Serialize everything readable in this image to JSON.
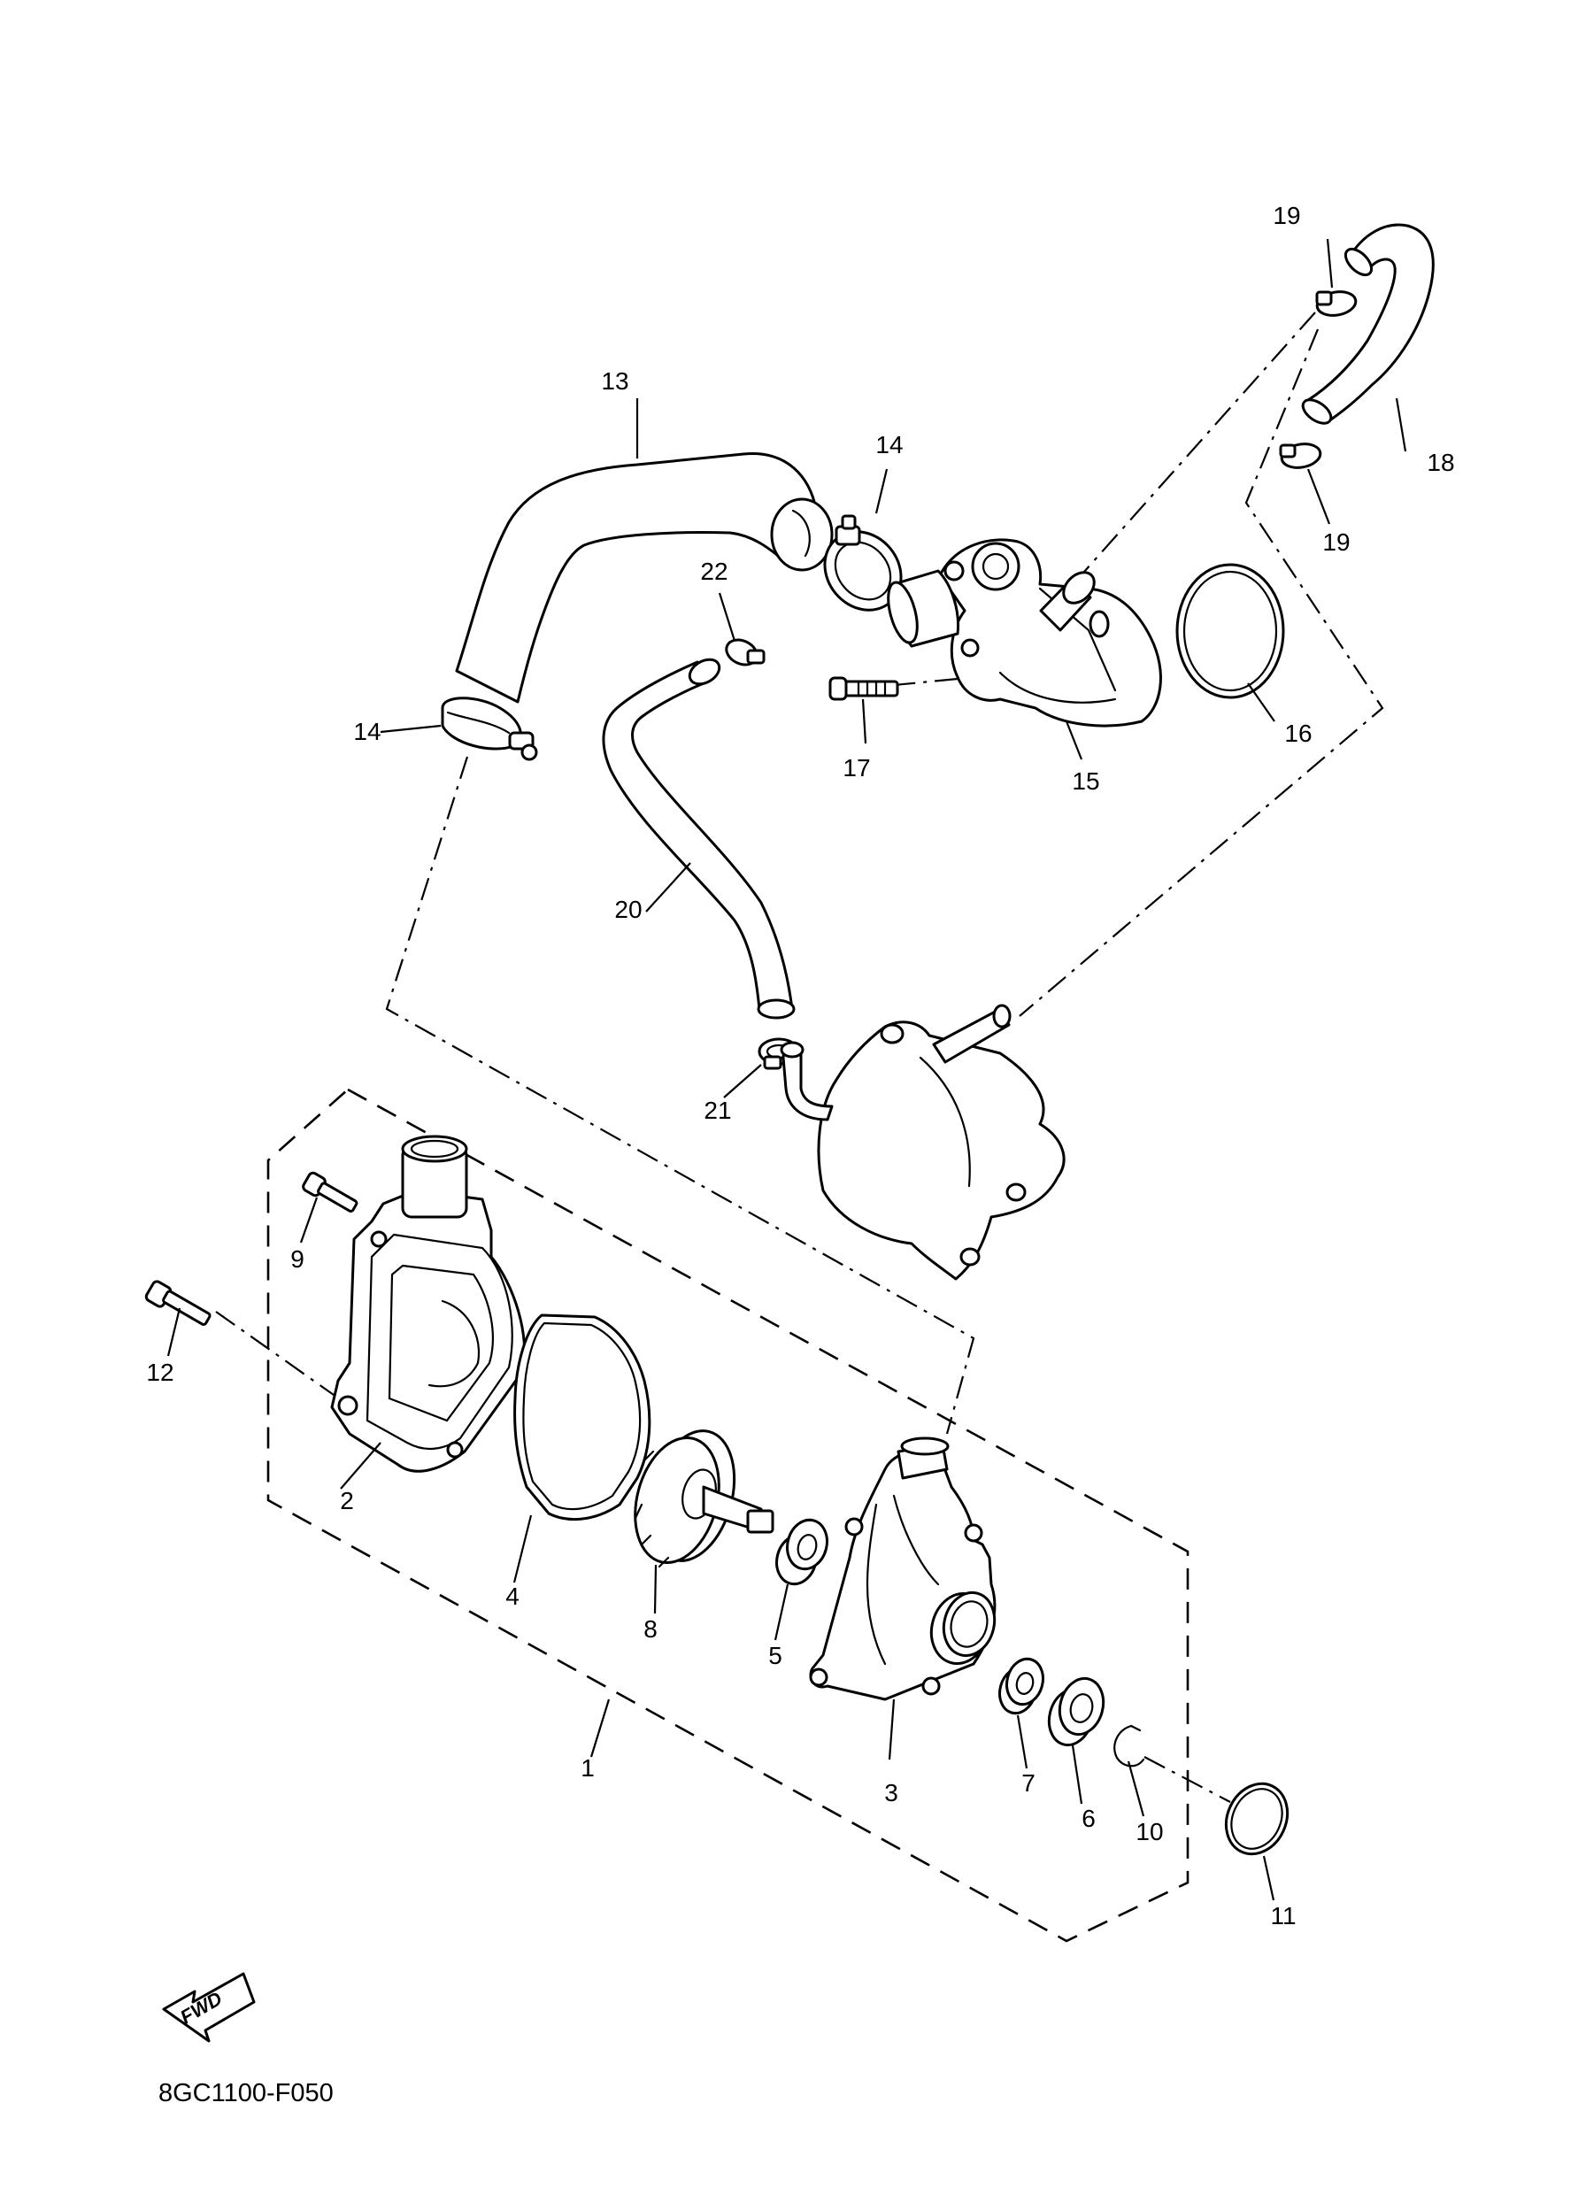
{
  "diagram": {
    "code": "8GC1100-F050",
    "fwd_label": "FWD",
    "callouts": [
      {
        "id": "c1",
        "label": "1"
      },
      {
        "id": "c2",
        "label": "2"
      },
      {
        "id": "c3",
        "label": "3"
      },
      {
        "id": "c4",
        "label": "4"
      },
      {
        "id": "c5",
        "label": "5"
      },
      {
        "id": "c6",
        "label": "6"
      },
      {
        "id": "c7",
        "label": "7"
      },
      {
        "id": "c8",
        "label": "8"
      },
      {
        "id": "c9",
        "label": "9"
      },
      {
        "id": "c10",
        "label": "10"
      },
      {
        "id": "c11",
        "label": "11"
      },
      {
        "id": "c12",
        "label": "12"
      },
      {
        "id": "c13",
        "label": "13"
      },
      {
        "id": "c14a",
        "label": "14"
      },
      {
        "id": "c14b",
        "label": "14"
      },
      {
        "id": "c15",
        "label": "15"
      },
      {
        "id": "c16",
        "label": "16"
      },
      {
        "id": "c17",
        "label": "17"
      },
      {
        "id": "c18",
        "label": "18"
      },
      {
        "id": "c19a",
        "label": "19"
      },
      {
        "id": "c19b",
        "label": "19"
      },
      {
        "id": "c20",
        "label": "20"
      },
      {
        "id": "c21",
        "label": "21"
      },
      {
        "id": "c22",
        "label": "22"
      }
    ]
  }
}
